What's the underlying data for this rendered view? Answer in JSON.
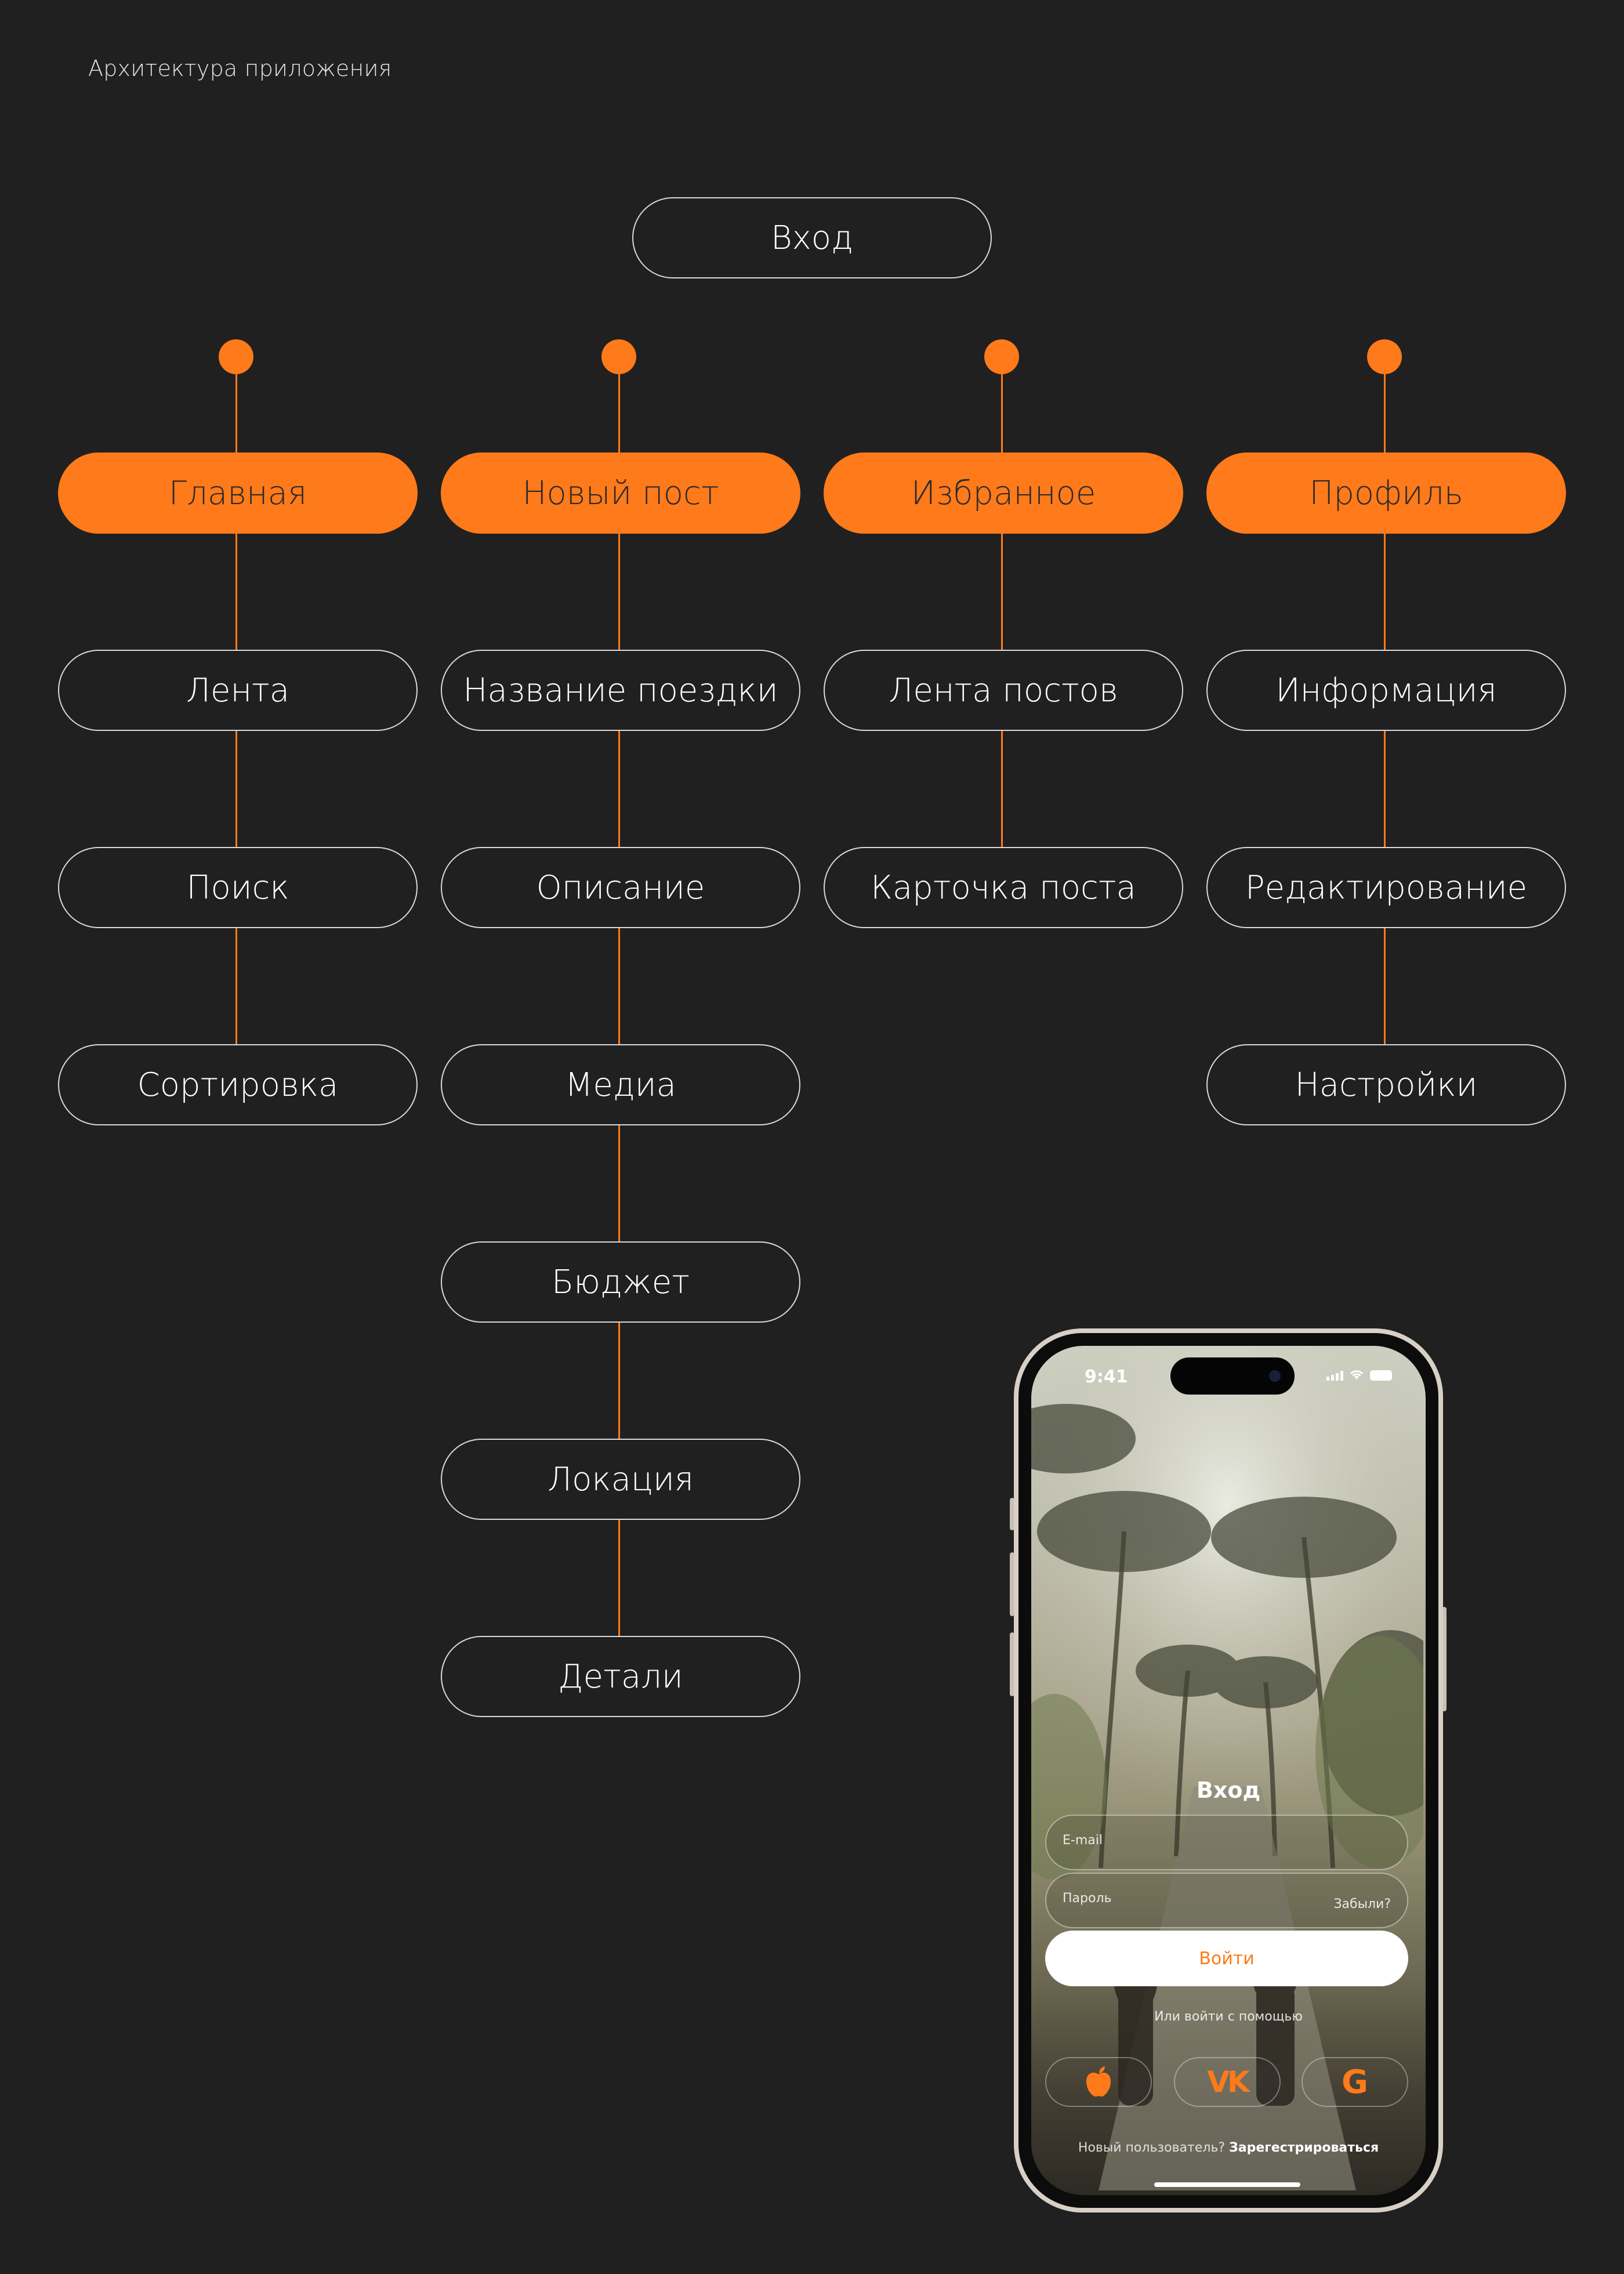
{
  "heading": "Архитектура приложения",
  "accent": "#ff7a1a",
  "background": "#202020",
  "root": {
    "label": "Вход"
  },
  "columns": [
    {
      "title": "Главная",
      "items": [
        "Лента",
        "Поиск",
        "Сортировка"
      ]
    },
    {
      "title": "Новый пост",
      "items": [
        "Название поездки",
        "Описание",
        "Медиа",
        "Бюджет",
        "Локация",
        "Детали"
      ]
    },
    {
      "title": "Избранное",
      "items": [
        "Лента постов",
        "Карточка поста"
      ]
    },
    {
      "title": "Профиль",
      "items": [
        "Информация",
        "Редактирование",
        "Настройки"
      ]
    }
  ],
  "phone": {
    "time": "9:41",
    "title": "Вход",
    "email_placeholder": "E-mail",
    "password_placeholder": "Пароль",
    "forgot": "Забыли?",
    "login_button": "Войти",
    "alt_login": "Или войти с помощью",
    "social": [
      "apple-icon",
      "vk-icon",
      "google-icon"
    ],
    "new_user": "Новый пользователь?",
    "register": "Зарегестрироваться"
  }
}
